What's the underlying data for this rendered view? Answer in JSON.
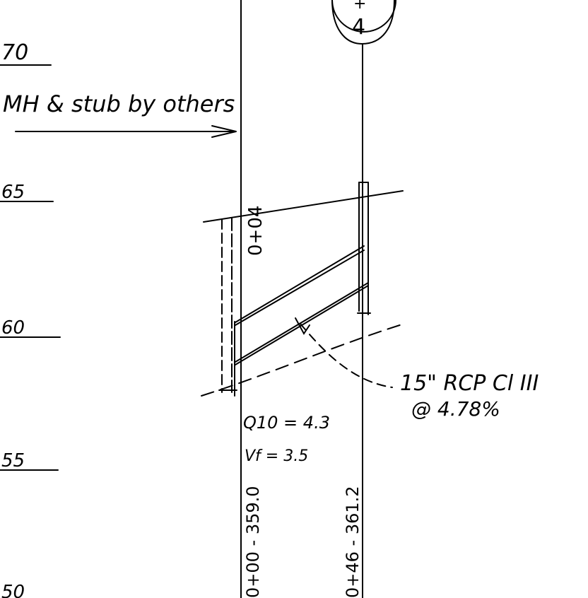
{
  "elevation_labels": [
    "70",
    "65",
    "60",
    "55",
    "50"
  ],
  "station_bubble": {
    "top": "+",
    "number": "4"
  },
  "note": "MH & stub by others",
  "pipe_station": "0+04",
  "pipe_callout": {
    "line1": "15\" RCP Cl III",
    "line2": "@ 4.78%"
  },
  "flow_values": {
    "q10": "Q10 = 4.3",
    "vf": "Vf = 3.5"
  },
  "stations": {
    "left": "0+00 - 359.0",
    "right": "0+46 - 361.2"
  }
}
